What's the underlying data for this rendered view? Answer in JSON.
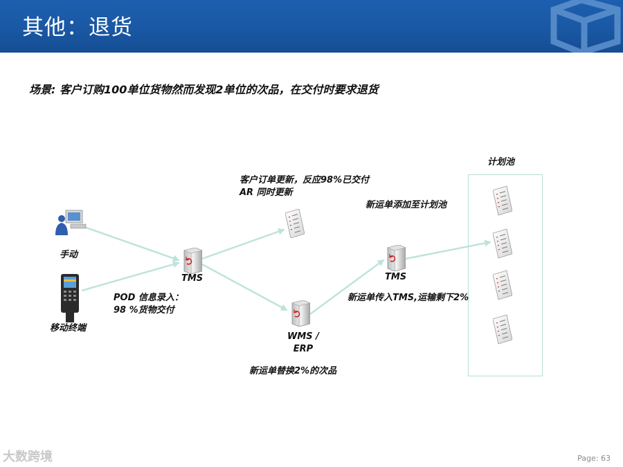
{
  "header": {
    "title": "其他：退货"
  },
  "scenario": "场景: 客户订购100单位货物然而发现2单位的次品，在交付时要求退货",
  "labels": {
    "manual": "手动",
    "mobile_terminal": "移动终端",
    "tms_left": "TMS",
    "pod_line1": "POD 信息录入：",
    "pod_line2": "98 %货物交付",
    "order_update_line1": "客户订单更新，反应98%已交付",
    "order_update_line2": "AR 同时更新",
    "wms_line1": "WMS /",
    "wms_line2": "ERP",
    "new_waybill_replace": "新运单替换2%的次品",
    "tms_right": "TMS",
    "new_waybill_add": "新运单添加至计划池",
    "new_waybill_transmit": "新运单传入TMS,运输剩下2%",
    "planning_pool": "计划池"
  },
  "footer": {
    "page": "Page: 63",
    "watermark": "大数跨境"
  },
  "colors": {
    "header": "#1a58a4",
    "arrow": "#bfe3dc",
    "pool_border": "#b8ddd8"
  }
}
